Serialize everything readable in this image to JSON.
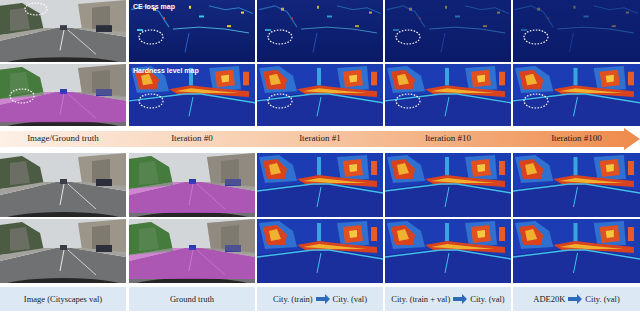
{
  "diagram": {
    "nodes": [
      {
        "text": [
          "Image/Ground truth",
          "Iteration #0",
          "Iteration #1",
          "Iteration #10",
          "Iteration #100"
        ]
      },
      {
        "text": [
          "Image (Cityscapes val)"
        ]
      },
      {
        "text": [
          "Ground truth"
        ]
      },
      {
        "text": [
          "City. (train)",
          "City. (val)"
        ]
      },
      {
        "text": [
          "City. (train + val)",
          "City. (val)"
        ]
      },
      {
        "text": [
          "ADE20K",
          "City. (val)"
        ]
      }
    ],
    "labels": [
      "CE loss map",
      "Hardness level map"
    ]
  }
}
